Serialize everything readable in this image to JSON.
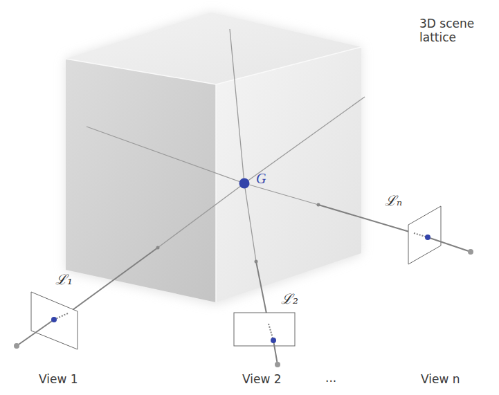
{
  "diagram": {
    "labels": [
      "3D scene lattice",
      "G",
      "ℒ₁",
      "ℒ₂",
      "ℒₙ",
      "View 1",
      "View 2",
      "...",
      "View n"
    ]
  }
}
